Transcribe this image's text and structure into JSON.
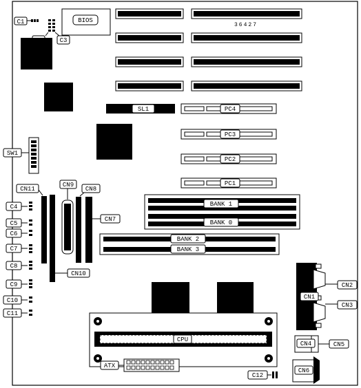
{
  "diagram": {
    "part_number": "36427",
    "labels": {
      "bios": "BIOS",
      "c1": "C1",
      "c2": "C2",
      "c3": "C3",
      "sl1": "SL1",
      "pc1": "PC1",
      "pc2": "PC2",
      "pc3": "PC3",
      "pc4": "PC4",
      "sw1": "SW1",
      "cn1": "CN1",
      "cn2": "CN2",
      "cn3": "CN3",
      "cn4": "CN4",
      "cn5": "CN5",
      "cn6": "CN6",
      "cn7": "CN7",
      "cn8": "CN8",
      "cn9": "CN9",
      "cn10": "CN10",
      "cn11": "CN11",
      "c4": "C4",
      "c5": "C5",
      "c6": "C6",
      "c7": "C7",
      "c8": "C8",
      "c9": "C9",
      "c10": "C10",
      "c11": "C11",
      "c12": "C12",
      "bank0": "BANK 0",
      "bank1": "BANK 1",
      "bank2": "BANK 2",
      "bank3": "BANK 3",
      "cpu": "CPU",
      "atx": "ATX"
    }
  }
}
